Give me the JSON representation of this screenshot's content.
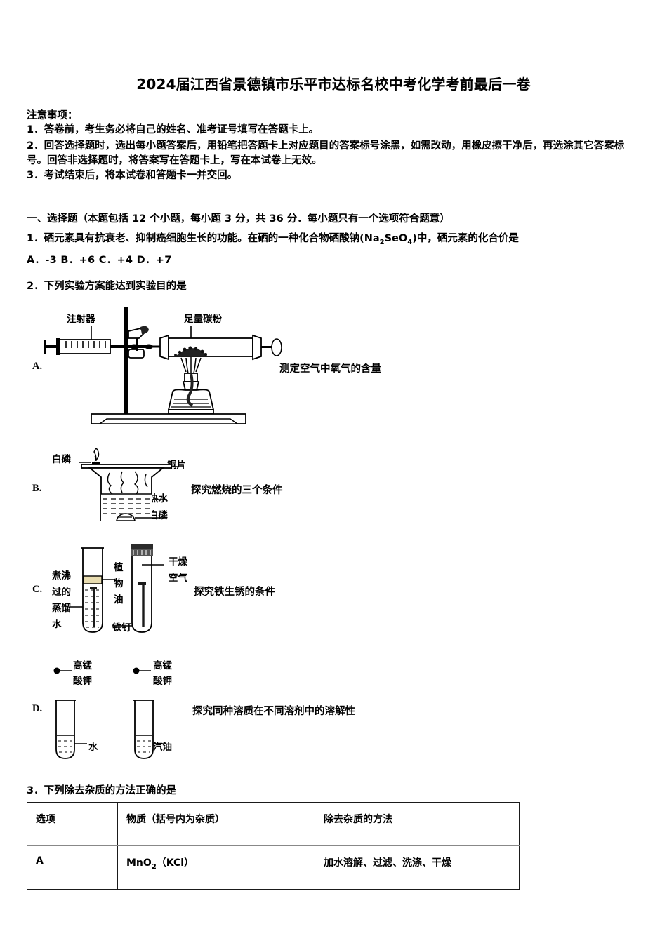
{
  "document": {
    "title": "2024届江西省景德镇市乐平市达标名校中考化学考前最后一卷",
    "notice_heading": "注意事项：",
    "notices": [
      "1．答卷前，考生务必将自己的姓名、准考证号填写在答题卡上。",
      "2．回答选择题时，选出每小题答案后，用铅笔把答题卡上对应题目的答案标号涂黑，如需改动，用橡皮擦干净后，再选涂其它答案标号。回答非选择题时，将答案写在答题卡上，写在本试卷上无效。",
      "3．考试结束后，将本试卷和答题卡一并交回。"
    ]
  },
  "section": {
    "heading": "一、选择题（本题包括 12 个小题，每小题 3 分，共 36 分．每小题只有一个选项符合题意）"
  },
  "question1": {
    "stem_pre": "1．硒元素具有抗衰老、抑制癌细胞生长的功能。在硒的一种化合物硒酸钠(Na",
    "stem_sub1": "2",
    "stem_mid": "SeO",
    "stem_sub2": "4",
    "stem_post": ")中，硒元素的化合价是",
    "options": "A．-3   B．+6   C．+4   D．+7"
  },
  "question2": {
    "stem": "2．下列实验方案能达到实验目的是",
    "options": [
      {
        "letter": "A.",
        "purpose": "测定空气中氧气的含量",
        "labels": {
          "syringe": "注射器",
          "carbon": "足量碳粉"
        }
      },
      {
        "letter": "B.",
        "purpose": "探究燃烧的三个条件",
        "labels": {
          "phosphorus_top": "白磷",
          "copper_sheet": "铜片",
          "hot_water": "热水",
          "phosphorus_bottom": "白磷"
        }
      },
      {
        "letter": "C.",
        "purpose": "探究铁生锈的条件",
        "labels": {
          "boiled_water": "煮沸\n过的\n蒸馏\n水",
          "vegetable_oil": "植\n物\n油",
          "dry_air": "干燥\n空气",
          "iron_nail": "铁钉"
        }
      },
      {
        "letter": "D.",
        "purpose": "探究同种溶质在不同溶剂中的溶解性",
        "labels": {
          "permanganate_left": "高锰\n酸钾",
          "permanganate_right": "高锰\n酸钾",
          "water": "水",
          "gasoline": "汽油"
        }
      }
    ]
  },
  "question3": {
    "stem": "3．下列除去杂质的方法正确的是",
    "table": {
      "headers": [
        "选项",
        "物质（括号内为杂质）",
        "除去杂质的方法"
      ],
      "rows": [
        {
          "option": "A",
          "substance_pre": "MnO",
          "substance_sub": "2",
          "substance_post": "（KCl）",
          "method": "加水溶解、过滤、洗涤、干燥"
        }
      ]
    }
  },
  "colors": {
    "ink": "#000000",
    "oil_layer": "#e8dcb0",
    "rule": "#1a1a1a"
  }
}
